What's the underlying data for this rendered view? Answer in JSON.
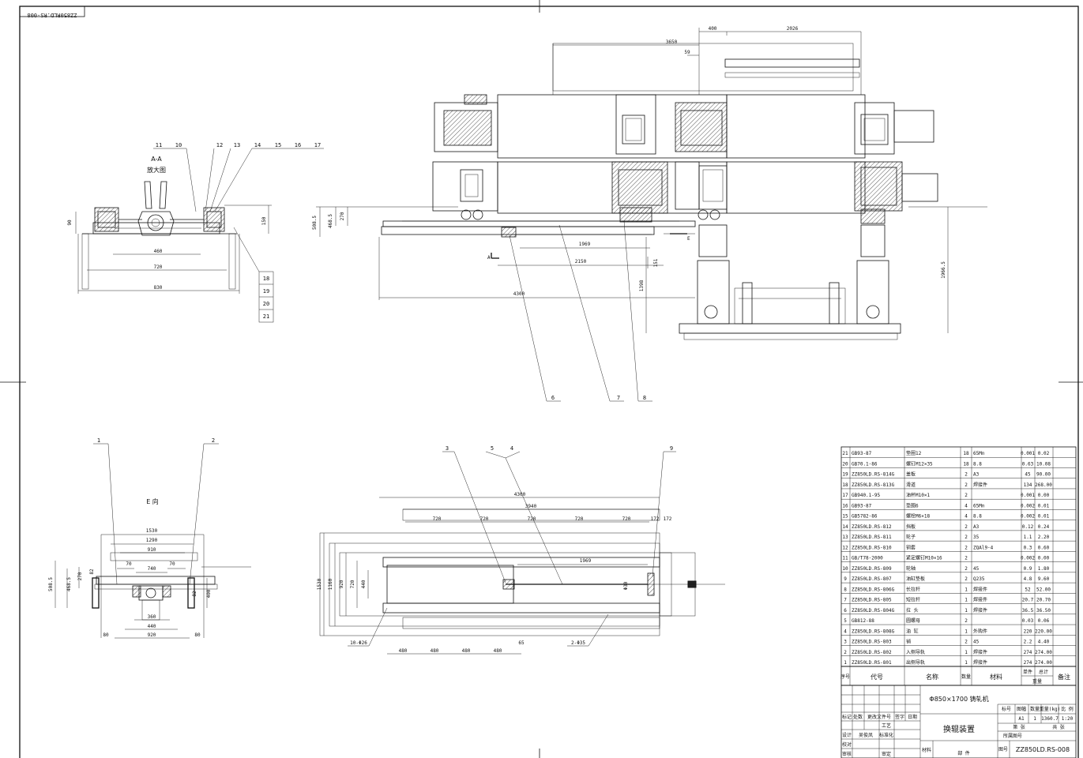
{
  "stamp": "ZZ850RLD.RS-008",
  "views": {
    "aa_title": "A-A",
    "aa_subtitle": "放大图",
    "e_title": "E 向",
    "section_a": "A",
    "section_e": "E"
  },
  "dims": {
    "main": [
      "400",
      "2026",
      "3650",
      "59",
      "508.5",
      "270",
      "468.5",
      "1969",
      "151",
      "2150",
      "1398",
      "4300",
      "1966.5"
    ],
    "aa": [
      "90",
      "150",
      "460",
      "720",
      "830"
    ],
    "e": [
      "1530",
      "1290",
      "910",
      "740",
      "70",
      "70",
      "82",
      "82",
      "508.5",
      "468.5",
      "270",
      "400",
      "360",
      "440",
      "920",
      "80",
      "80"
    ],
    "plan": [
      "4300",
      "3940",
      "720",
      "720",
      "720",
      "720",
      "720",
      "172",
      "172",
      "1969",
      "1530",
      "1160",
      "920",
      "720",
      "440",
      "480",
      "480",
      "480",
      "480",
      "65",
      "10-Φ26",
      "2-Φ35",
      "Φ30"
    ]
  },
  "balloons": {
    "aa_top": [
      "11",
      "10",
      "12",
      "13",
      "14",
      "15",
      "16",
      "17"
    ],
    "aa_right": [
      "18",
      "19",
      "20",
      "21"
    ],
    "main_bottom": [
      "6",
      "7",
      "8"
    ],
    "e_top": [
      "1",
      "2"
    ],
    "plan_top": [
      "3",
      "5",
      "4",
      "9"
    ]
  },
  "bom": {
    "headers": {
      "no": "序号",
      "code": "代号",
      "name": "名称",
      "qty": "数量",
      "mat": "材料",
      "unit": "单件",
      "total": "总计",
      "weight": "重量",
      "remark": "备注"
    },
    "rows": [
      {
        "no": "21",
        "code": "GB93-87",
        "name": "垫圈12",
        "qty": "18",
        "mat": "65Mn",
        "unit": "0.001",
        "total": "0.02"
      },
      {
        "no": "20",
        "code": "GB70.1-86",
        "name": "螺钉M12×35",
        "qty": "18",
        "mat": "8.8",
        "unit": "0.63",
        "total": "10.08"
      },
      {
        "no": "19",
        "code": "ZZ850LD.RS-814G",
        "name": "盖板",
        "qty": "2",
        "mat": "A3",
        "unit": "45",
        "total": "90.00"
      },
      {
        "no": "18",
        "code": "ZZ850LD.RS-813G",
        "name": "滑道",
        "qty": "2",
        "mat": "焊接件",
        "unit": "134",
        "total": "268.00"
      },
      {
        "no": "17",
        "code": "GB940.1-95",
        "name": "油杯M10×1",
        "qty": "2",
        "mat": "",
        "unit": "0.001",
        "total": "0.00"
      },
      {
        "no": "16",
        "code": "GB93-87",
        "name": "垫圈6",
        "qty": "4",
        "mat": "65Mn",
        "unit": "0.002",
        "total": "0.01"
      },
      {
        "no": "15",
        "code": "GB5782-86",
        "name": "螺栓M6×18",
        "qty": "4",
        "mat": "8.8",
        "unit": "0.002",
        "total": "0.01"
      },
      {
        "no": "14",
        "code": "ZZ850LD.RS-812",
        "name": "挡板",
        "qty": "2",
        "mat": "A3",
        "unit": "0.12",
        "total": "0.24"
      },
      {
        "no": "13",
        "code": "ZZ850LD.RS-811",
        "name": "轮子",
        "qty": "2",
        "mat": "35",
        "unit": "1.1",
        "total": "2.20"
      },
      {
        "no": "12",
        "code": "ZZ850LD.RS-810",
        "name": "铜套",
        "qty": "2",
        "mat": "ZQAl9-4",
        "unit": "0.3",
        "total": "0.60"
      },
      {
        "no": "11",
        "code": "GB/T78-2000",
        "name": "紧定螺钉M10×16",
        "qty": "2",
        "mat": "",
        "unit": "0.002",
        "total": "0.00"
      },
      {
        "no": "10",
        "code": "ZZ850LD.RS-809",
        "name": "轮轴",
        "qty": "2",
        "mat": "45",
        "unit": "0.9",
        "total": "1.80"
      },
      {
        "no": "9",
        "code": "ZZ850LD.RS-807",
        "name": "油缸垫板",
        "qty": "2",
        "mat": "Q235",
        "unit": "4.8",
        "total": "9.60"
      },
      {
        "no": "8",
        "code": "ZZ850LD.RS-806G",
        "name": "长拉杆",
        "qty": "1",
        "mat": "焊接件",
        "unit": "52",
        "total": "52.00"
      },
      {
        "no": "7",
        "code": "ZZ850LD.RS-805",
        "name": "短拉杆",
        "qty": "1",
        "mat": "焊接件",
        "unit": "20.7",
        "total": "20.70"
      },
      {
        "no": "6",
        "code": "ZZ850LD.RS-804G",
        "name": "拉 头",
        "qty": "1",
        "mat": "焊接件",
        "unit": "36.5",
        "total": "36.50"
      },
      {
        "no": "5",
        "code": "GB812-88",
        "name": "圆螺母",
        "qty": "2",
        "mat": "",
        "unit": "0.03",
        "total": "0.06"
      },
      {
        "no": "4",
        "code": "ZZ850LD.RS-808G",
        "name": "油 缸",
        "qty": "1",
        "mat": "外购件",
        "unit": "220",
        "total": "220.00"
      },
      {
        "no": "3",
        "code": "ZZ850LD.RS-803",
        "name": "销",
        "qty": "2",
        "mat": "45",
        "unit": "2.2",
        "total": "4.40"
      },
      {
        "no": "2",
        "code": "ZZ850LD.RS-802",
        "name": "入侧导轨",
        "qty": "1",
        "mat": "焊接件",
        "unit": "274",
        "total": "274.00"
      },
      {
        "no": "1",
        "code": "ZZ850LD.RS-801",
        "name": "出侧导轨",
        "qty": "1",
        "mat": "焊接件",
        "unit": "274",
        "total": "274.00"
      }
    ]
  },
  "title_block": {
    "machine": "Φ850×1700 铸轧机",
    "drawing_title": "换辊装置",
    "drawing_no": "ZZ850LD.RS-008",
    "drawing_no_label": "图号",
    "material_label": "材料",
    "part_label": "部 件",
    "rev_headers": [
      "标记",
      "处数",
      "更改文件号",
      "签字",
      "日期"
    ],
    "roles": [
      "设计",
      "校对",
      "审核"
    ],
    "designer": "吴俊凤",
    "process": "工艺",
    "standard": "标准化",
    "approve": "审定",
    "stage_headers": [
      "标号",
      "图幅",
      "数量",
      "重量(kg)",
      "比 例"
    ],
    "stage_values": [
      "A1",
      "1",
      "1360.7",
      "1:20"
    ],
    "sheet_info": [
      "第 张",
      "共 张"
    ],
    "assembly_no": "所属图号"
  }
}
